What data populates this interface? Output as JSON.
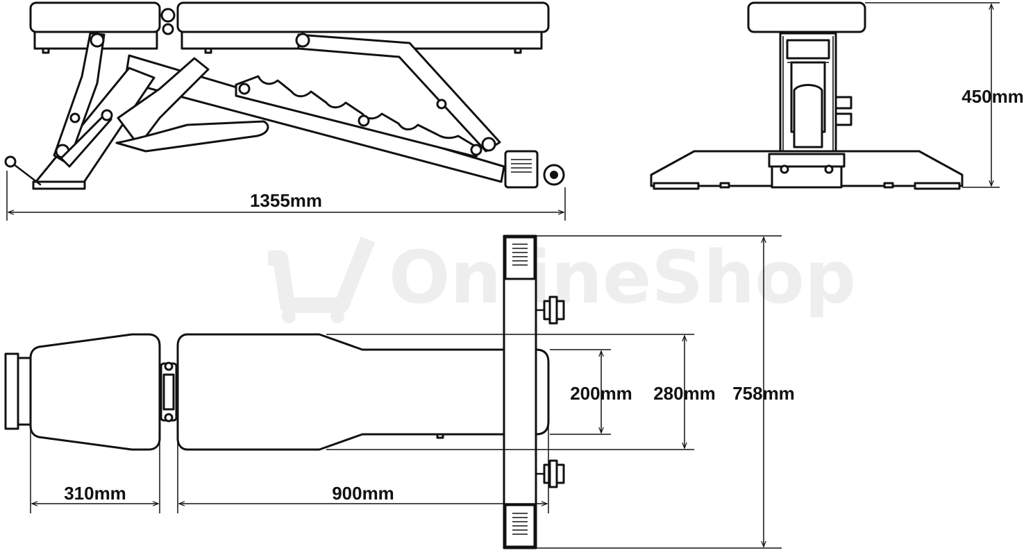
{
  "watermark": {
    "text": "OnlineShop",
    "icon": "shopping-cart-icon"
  },
  "dimensions": {
    "overall_length": "1355mm",
    "height": "450mm",
    "foot_width": "758mm",
    "back_pad_width_outer": "280mm",
    "back_pad_width_inner": "200mm",
    "seat_length": "310mm",
    "back_length": "900mm"
  },
  "views": [
    "side-view",
    "front-view",
    "top-view"
  ]
}
